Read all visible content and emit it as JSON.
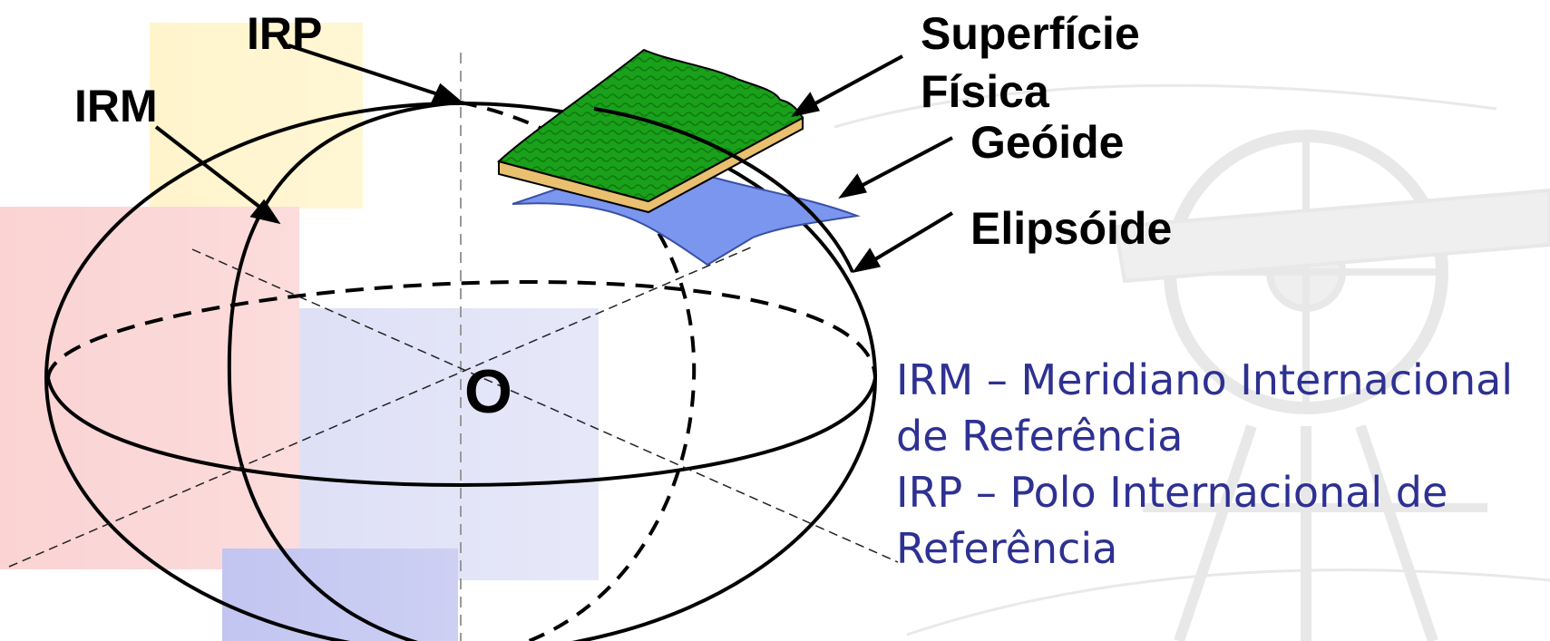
{
  "labels": {
    "irp": "IRP",
    "irm": "IRM",
    "superficie": "Superfície",
    "fisica": "Física",
    "geoide": "Geóide",
    "elipsoide": "Elipsóide",
    "origin": "O"
  },
  "legend": {
    "line1": "IRM – Meridiano Internacional",
    "line2": "de Referência",
    "line3": "IRP – Polo Internacional de",
    "line4": "Referência"
  },
  "colors": {
    "legend_text": "#2e3192",
    "surface_green": "#1a9a1a",
    "surface_tan": "#e8c070",
    "geoid_blue": "#7a96ee"
  }
}
